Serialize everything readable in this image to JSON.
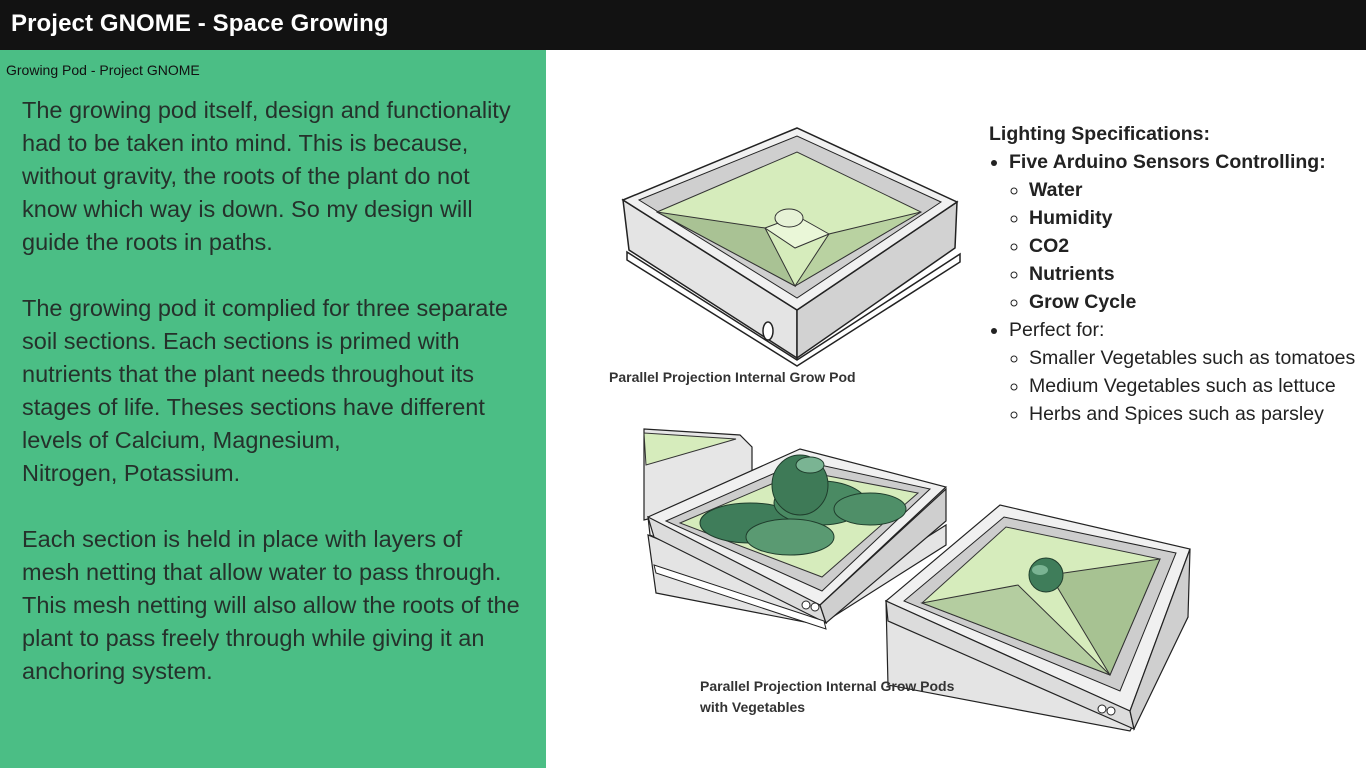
{
  "window": {
    "title": "Project GNOME - Space Growing"
  },
  "slide": {
    "label": "Growing Pod - Project GNOME"
  },
  "body": {
    "paragraphs": [
      "The growing pod itself, design and functionality had to be taken into mind. This is because, without gravity, the roots of the plant do not know which way is down. So my design will guide the roots in paths.",
      "The growing pod it complied for three separate soil sections. Each sections is primed with nutrients that the plant needs throughout its stages of life.  Theses sections have different levels of Calcium, Magnesium,\nNitrogen,  Potassium.",
      "Each section is held in place with layers of mesh netting that allow water to pass through. This mesh netting will also allow the roots of the plant to pass freely through while giving it an anchoring system."
    ]
  },
  "specs": {
    "heading": "Lighting Specifications:",
    "sensors_label": "Five Arduino Sensors Controlling:",
    "sensors": [
      "Water",
      "Humidity",
      "CO2",
      "Nutrients",
      "Grow Cycle"
    ],
    "perfect_label": "Perfect for:",
    "perfect": [
      "Smaller Vegetables such as tomatoes",
      "Medium Vegetables such as lettuce",
      " Herbs and Spices such as parsley"
    ]
  },
  "figures": {
    "pod_caption": "Parallel Projection Internal Grow Pod",
    "pods_caption_line1": "Parallel Projection Internal Grow Pods",
    "pods_caption_line2": "with Vegetables"
  },
  "colors": {
    "topbar": "#121212",
    "panel": "#4bbe85",
    "soil_light": "#d9efc0",
    "soil_dark": "#9fb98a",
    "leaf": "#3f7d5a"
  }
}
